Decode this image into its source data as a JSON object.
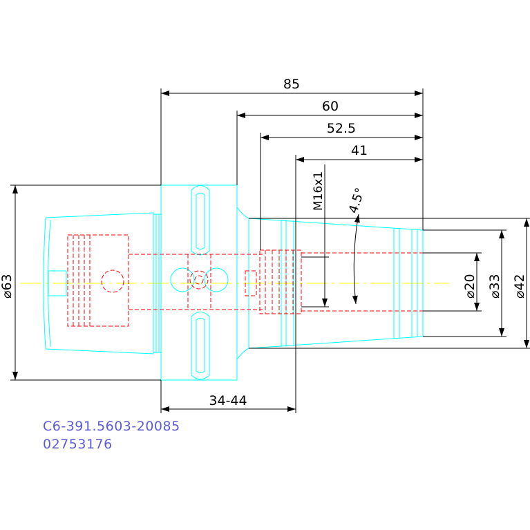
{
  "dimensions": {
    "overall_length": "85",
    "length_60": "60",
    "length_52_5": "52.5",
    "length_41": "41",
    "thread": "M16x1",
    "taper_angle": "4.5°",
    "shank_diameter": "⌀63",
    "bore_diameter": "⌀20",
    "nose_diameter": "⌀33",
    "body_diameter": "⌀42",
    "clamp_range": "34-44"
  },
  "part": {
    "code": "C6-391.5603-20085",
    "number": "02753176"
  },
  "colors": {
    "outline": "#00ffff",
    "hidden": "#ff0000",
    "centerline": "#ffff00",
    "dimension": "#000000",
    "label": "#5b5bd6"
  }
}
